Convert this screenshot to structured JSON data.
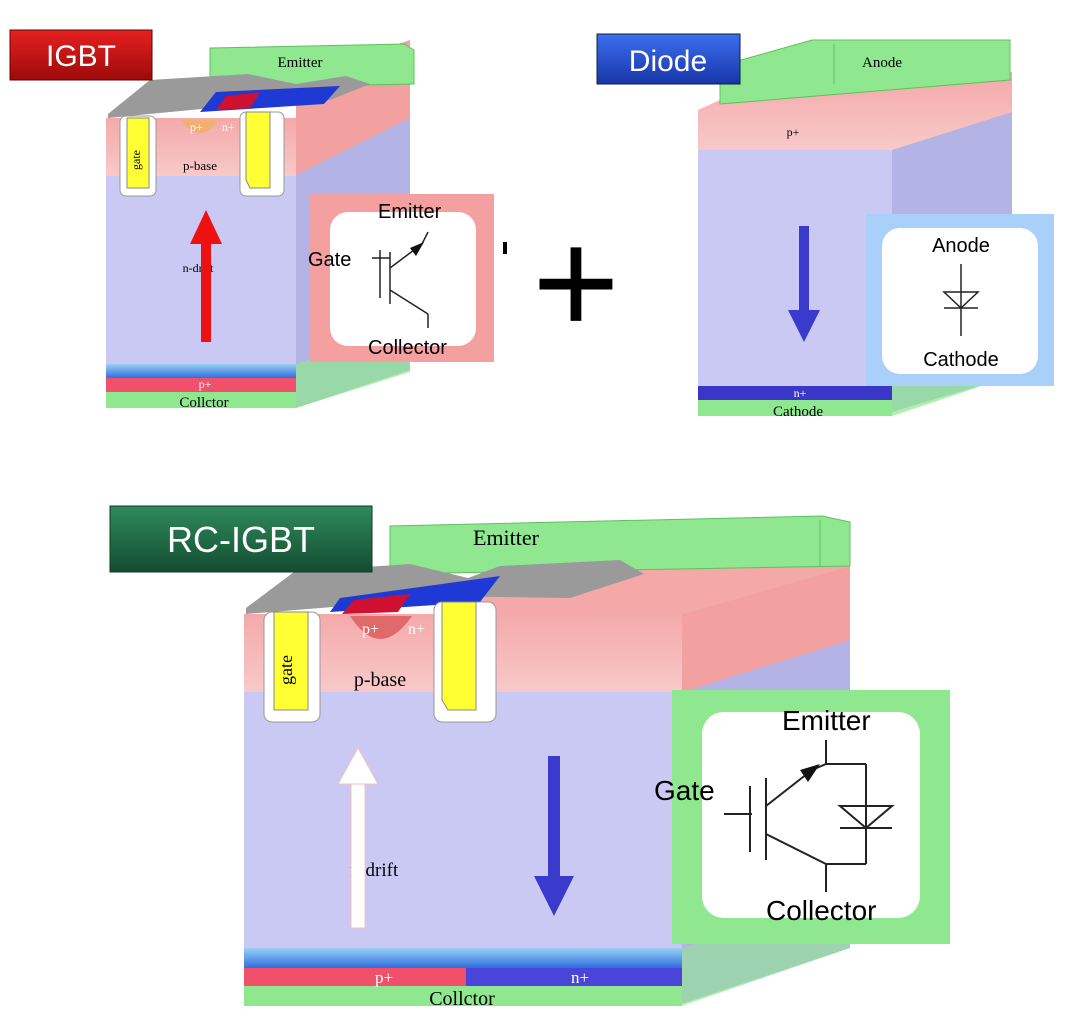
{
  "igbt": {
    "badge": "IGBT",
    "layers": {
      "emitter": "Emitter",
      "p_plus_top": "p+",
      "n_plus_top": "n+",
      "gate": "gate",
      "p_base": "p-base",
      "n_drift": "n-drift",
      "p_plus_bottom": "p+",
      "collector": "Collctor"
    },
    "symbol": {
      "emitter": "Emitter",
      "gate": "Gate",
      "collector": "Collector"
    }
  },
  "plus_sign": "+",
  "diode": {
    "badge": "Diode",
    "layers": {
      "anode": "Anode",
      "p_plus": "p+",
      "n_plus": "n+",
      "cathode": "Cathode"
    },
    "symbol": {
      "anode": "Anode",
      "cathode": "Cathode"
    }
  },
  "rc_igbt": {
    "badge": "RC-IGBT",
    "layers": {
      "emitter": "Emitter",
      "p_plus_top": "p+",
      "n_plus_top": "n+",
      "gate": "gate",
      "p_base": "p-base",
      "n_drift": "n-drift",
      "p_plus_bottom": "p+",
      "n_plus_bottom": "n+",
      "collector": "Collctor"
    },
    "symbol": {
      "emitter": "Emitter",
      "gate": "Gate",
      "collector": "Collector"
    }
  },
  "colors": {
    "igbt_badge": "#c8102e",
    "diode_badge": "#1f4fd0",
    "rc_badge": "#1e6b45",
    "metal_green": "#8fe88f",
    "p_base_pink": "#f5b3b3",
    "drift_lavender": "#c9c9f4",
    "arrow_red": "#ee1111",
    "arrow_blue": "#3a3acc",
    "gate_yellow": "#ffff33",
    "oxide_gray": "#9a9a9a"
  }
}
